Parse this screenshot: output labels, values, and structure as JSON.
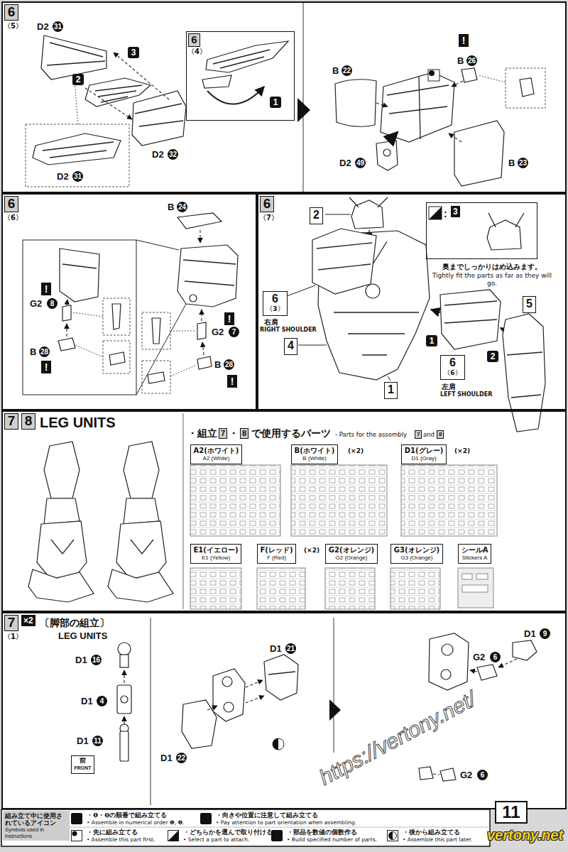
{
  "diagram": {
    "nodes": [
      {
        "text": [
          "6",
          "〈5〉"
        ]
      },
      {
        "text": [
          "6",
          "〈4〉"
        ],
        "in": 0
      },
      {
        "text": [
          "6",
          "〈6〉"
        ]
      },
      {
        "text": [
          "6",
          "〈7〉"
        ]
      },
      {
        "text": [
          "2"
        ],
        "in": 3
      },
      {
        "text": [
          ":",
          "3"
        ],
        "in": 3
      },
      {
        "text": [
          "6",
          "〈3〉"
        ],
        "in": 3
      },
      {
        "text": [
          "4"
        ],
        "in": 3
      },
      {
        "text": [
          "1"
        ],
        "in": 3
      },
      {
        "text": [
          "5"
        ],
        "in": 3
      },
      {
        "text": [
          "6",
          "〈6〉"
        ],
        "in": 3
      },
      {
        "text": [
          "7",
          "8",
          "LEG UNITS"
        ]
      },
      {
        "text": [
          "A2(ホワイト)",
          "A2 (White)"
        ],
        "in": 11
      },
      {
        "text": [
          "B(ホワイト)",
          "B (White)"
        ],
        "in": 11
      },
      {
        "text": [
          "D1(グレー)",
          "D1 (Gray)"
        ],
        "in": 11
      },
      {
        "text": [
          "E1(イエロー)",
          "E1 (Yellow)"
        ],
        "in": 11
      },
      {
        "text": [
          "F(レッド)",
          "F (Red)"
        ],
        "in": 11
      },
      {
        "text": [
          "G2(オレンジ)",
          "G2 (Orange)"
        ],
        "in": 11
      },
      {
        "text": [
          "G3(オレンジ)",
          "G3 (Orange)"
        ],
        "in": 11
      },
      {
        "text": [
          "シールA",
          "Stickers A"
        ],
        "in": 11
      },
      {
        "text": [
          "7",
          "〈1〉",
          "×2",
          "〔脚部の組立〕",
          "LEG UNITS"
        ]
      },
      {
        "text": [
          "前",
          "FRONT"
        ],
        "in": 20
      },
      {
        "text": [
          "組み立て中に使用されているアイコン",
          "Symbols used in instructions"
        ]
      },
      {
        "text": [
          "11"
        ]
      }
    ],
    "labels": [
      "D2",
      "31",
      "3",
      "2",
      "D2",
      "32",
      "D2",
      "31",
      "1",
      "!",
      "B",
      "26",
      "B",
      "22",
      "D2",
      "49",
      "B",
      "23",
      "B",
      "24",
      "!",
      "G2",
      "8",
      "B",
      "28",
      "!",
      "!",
      "G2",
      "7",
      "B",
      "28",
      "!",
      "奥までしっかりはめ込みます。",
      "Tightly fit the parts as far as they will go.",
      "右肩",
      "RIGHT SHOULDER",
      "1",
      "2",
      "左肩",
      "LEFT SHOULDER",
      "・組立",
      "7",
      "・",
      "8",
      "で使用するパーツ",
      "- Parts for the assembly",
      "7",
      "and",
      "8",
      "(×2)",
      "(×2)",
      "(×2)",
      "D1",
      "16",
      "D1",
      "4",
      "D1",
      "11",
      "D1",
      "21",
      "D1",
      "22",
      "D1",
      "9",
      "G2",
      "6",
      "G2",
      "6",
      "https://vertony.net/",
      "1",
      "• Assemble in numerical order ❶, ❷.",
      "!",
      "• Pay attention to part orientation when assembling.",
      "×2",
      "• Assemble this part first.",
      "• Select a part to attach.",
      "• Build specified number of parts.",
      "• Assemble this part later.",
      "vertony.net"
    ],
    "legend": [
      {
        "text": "・❶・❷の順番で組み立てる"
      },
      {
        "text": "・向きや位置に注意して組み立てる"
      },
      {
        "text": "・先に組み立てる"
      },
      {
        "text": "・どちらかを選んで取り付ける"
      },
      {
        "text": "・部品を数値の個数作る"
      },
      {
        "text": "・後から組み立てる"
      }
    ]
  }
}
